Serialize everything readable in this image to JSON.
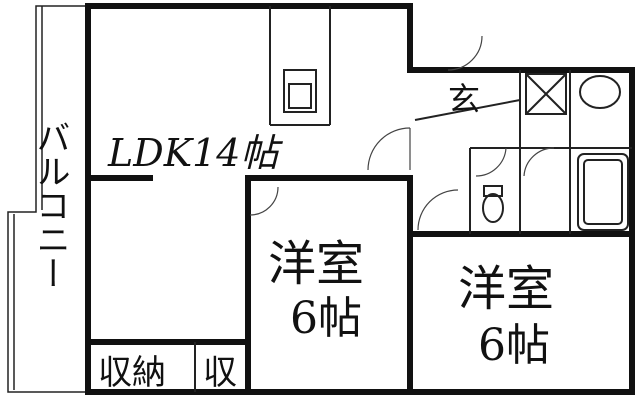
{
  "rooms": {
    "ldk": {
      "label": "LDK14帖"
    },
    "western_a": {
      "line1": "洋室",
      "line2": "6帖"
    },
    "western_b": {
      "line1": "洋室",
      "line2": "6帖"
    },
    "storage": {
      "label": "収納"
    },
    "storage_small": {
      "label": "収"
    },
    "entrance": {
      "label": "玄"
    },
    "balcony": {
      "label": "バルコニー"
    }
  }
}
